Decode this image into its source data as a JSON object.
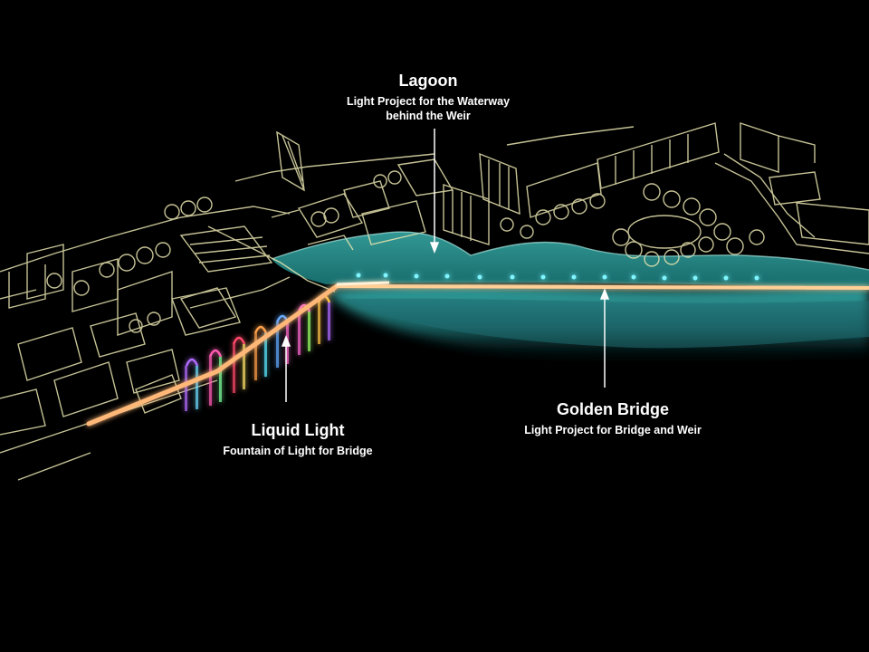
{
  "colors": {
    "background": "#000000",
    "water": "#2fa9a8",
    "bridge": "#ffb070",
    "sketch": "#e8e4b0",
    "text": "#ffffff"
  },
  "annotations": {
    "lagoon": {
      "title": "Lagoon",
      "subtitle": "Light Project for the Waterway\nbehind the Weir"
    },
    "golden_bridge": {
      "title": "Golden Bridge",
      "subtitle": "Light Project for Bridge and Weir"
    },
    "liquid_light": {
      "title": "Liquid Light",
      "subtitle": "Fountain of Light for Bridge"
    }
  }
}
